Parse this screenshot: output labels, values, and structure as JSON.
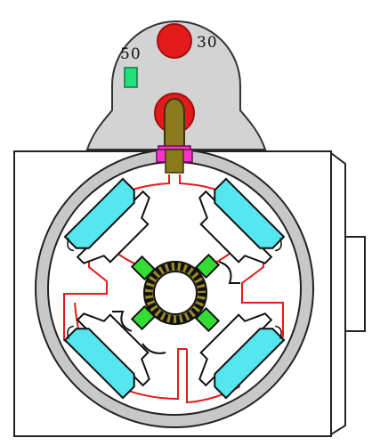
{
  "diagram": {
    "terminals": [
      {
        "id": "terminal-50",
        "label": "50"
      },
      {
        "id": "terminal-30",
        "label": "30"
      }
    ]
  },
  "colors": {
    "housing_gray": "#d3d3d3",
    "housing_stroke": "#333333",
    "ring_gray": "#c8c8c8",
    "terminal_red": "#e31a1a",
    "terminal_dark_red": "#a01010",
    "switch_green": "#22e07a",
    "stud_olive": "#8a7a1e",
    "insulator_magenta": "#ff33cc",
    "field_coil_cyan": "#55e6f0",
    "wire_red": "#e31a1a",
    "brush_green": "#33dd33",
    "commutator_olive": "#9c8b2a"
  }
}
